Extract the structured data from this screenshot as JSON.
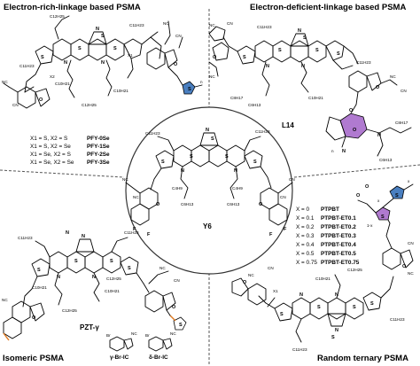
{
  "panels": {
    "top_left": {
      "title": "Electron-rich-linkage based PSMA"
    },
    "top_right": {
      "title": "Electron-deficient-linkage based PSMA"
    },
    "bottom_left": {
      "title": "Isomeric PSMA"
    },
    "bottom_right": {
      "title": "Random ternary PSMA"
    }
  },
  "center": {
    "compound": "Y6",
    "f_label_1": "F",
    "f_label_2": "F",
    "f_label_3": "F",
    "f_label_4": "F"
  },
  "top_left_legend": [
    {
      "condition": "X1 = S, X2 = S",
      "name": "PFY-0Se"
    },
    {
      "condition": "X1 = S, X2 = Se",
      "name": "PFY-1Se"
    },
    {
      "condition": "X1 = Se, X2 = S",
      "name": "PFY-2Se"
    },
    {
      "condition": "X1 = Se, X2 = Se",
      "name": "PFY-3Se"
    }
  ],
  "top_right_compound": "L14",
  "bottom_left_compound": "PZT-γ",
  "bottom_left_isomers": [
    {
      "name": "γ-Br-IC",
      "color": "#1f4fb0"
    },
    {
      "name": "δ-Br-IC",
      "color": "#d02020"
    }
  ],
  "bottom_right_legend": [
    {
      "x": "X = 0",
      "name": "PTPBT"
    },
    {
      "x": "X = 0.1",
      "name": "PTPBT-ET0.1"
    },
    {
      "x": "X = 0.2",
      "name": "PTPBT-ET0.2"
    },
    {
      "x": "X = 0.3",
      "name": "PTPBT-ET0.3"
    },
    {
      "x": "X = 0.4",
      "name": "PTPBT-ET0.4"
    },
    {
      "x": "X = 0.5",
      "name": "PTPBT-ET0.5"
    },
    {
      "x": "X = 0.75",
      "name": "PTPBT-ET0.75"
    }
  ],
  "atoms": {
    "S": "S",
    "N": "N",
    "O": "O",
    "NC": "NC",
    "CN": "CN",
    "Br": "Br",
    "C11H23": "C11H23",
    "C10H21": "C10H21",
    "C12H25": "C12H25",
    "C8H17": "C8H17",
    "C6H13": "C6H13",
    "C4H9": "C4H9",
    "X1": "X1",
    "X2": "X2",
    "x": "x",
    "y": "y",
    "n": "n",
    "1-x": "1-x"
  },
  "colors": {
    "divider": "#555555",
    "circle": "#333333",
    "thiophene_blue": "#4a7fc0",
    "purple_ring": "#b07ad0",
    "orange": "#e07a20"
  }
}
